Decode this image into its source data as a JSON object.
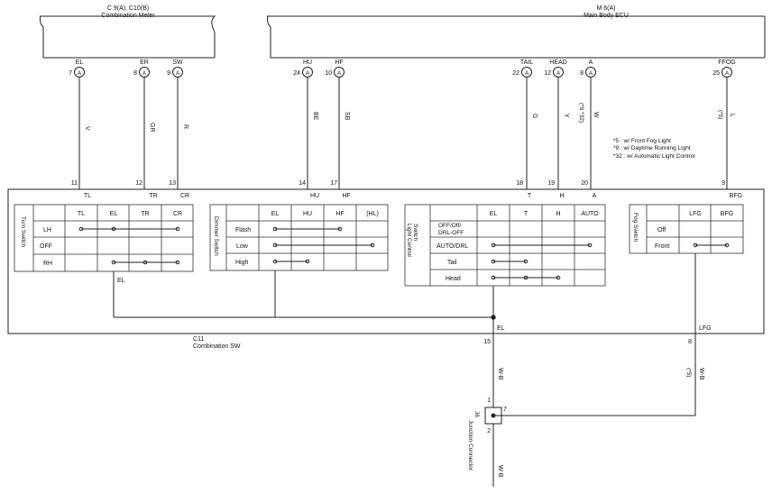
{
  "meter": {
    "code": "C 9(A), C10(B)",
    "name": "Combination Meter",
    "pins": [
      {
        "name": "EL",
        "num": "7",
        "letter": "A",
        "wire": "V",
        "swpin": "11",
        "swlabel": "TL"
      },
      {
        "name": "ER",
        "num": "8",
        "letter": "A",
        "wire": "GR",
        "swpin": "12",
        "swlabel": "TR"
      },
      {
        "name": "SW",
        "num": "9",
        "letter": "A",
        "wire": "R",
        "swpin": "13",
        "swlabel": "CR"
      }
    ]
  },
  "ecu": {
    "code": "M 6(A)",
    "name": "Main Body ECU",
    "pins": [
      {
        "name": "HU",
        "num": "24",
        "letter": "A",
        "wire": "BE",
        "swpin": "14",
        "swlabel": "HU"
      },
      {
        "name": "HF",
        "num": "10",
        "letter": "A",
        "wire": "SB",
        "swpin": "17",
        "swlabel": "HF"
      },
      {
        "name": "TAIL",
        "num": "22",
        "letter": "A",
        "wire": "G",
        "swpin": "18",
        "swlabel": "T"
      },
      {
        "name": "HEAD",
        "num": "12",
        "letter": "A",
        "wire": "Y",
        "swpin": "19",
        "swlabel": "H"
      },
      {
        "name": "A",
        "num": "8",
        "letter": "A",
        "wire": "W",
        "swpin": "20",
        "swlabel": "A",
        "note": "(*9 *32)"
      },
      {
        "name": "FFOG",
        "num": "25",
        "letter": "A",
        "wire": "L",
        "swpin": "9",
        "swlabel": "BFG",
        "note": "(*5)"
      }
    ]
  },
  "notes": [
    "*5 : w/ Front Fog Light",
    "*9 : w/ Daytime Running Light",
    "*32 : w/ Automatic Light Control"
  ],
  "switch": {
    "code": "C11",
    "name": "Combination SW",
    "pin15": "15",
    "pin8": "8",
    "el_label": "EL",
    "lfg_label": "LFG",
    "el_left": "EL"
  },
  "turn": {
    "title": "Turn Switch",
    "cols": [
      "TL",
      "EL",
      "TR",
      "CR"
    ],
    "rows": [
      "LH",
      "OFF",
      "RH"
    ]
  },
  "dimmer": {
    "title": "Dimmer Switch",
    "cols": [
      "EL",
      "HU",
      "HF",
      "(HL)"
    ],
    "rows": [
      "Flash",
      "Low",
      "High"
    ]
  },
  "light": {
    "title": "Light Control Switch",
    "cols": [
      "EL",
      "T",
      "H",
      "AUTO"
    ],
    "rows": [
      "OFF/Off/ DRL-OFF",
      "AUTO/DRL",
      "Tail",
      "Head"
    ]
  },
  "fog": {
    "title": "Fog Switch",
    "cols": [
      "LFG",
      "BFG"
    ],
    "rows": [
      "Off",
      "Front"
    ]
  },
  "junction": {
    "code": "J6",
    "name": "Junction Connector",
    "pin1": "1",
    "pin2": "2",
    "pin7": "7"
  },
  "wires": {
    "wb_top": "W-B",
    "wb_bottom": "W-B",
    "wb_right": "W-B",
    "note_right": "(*5)"
  }
}
